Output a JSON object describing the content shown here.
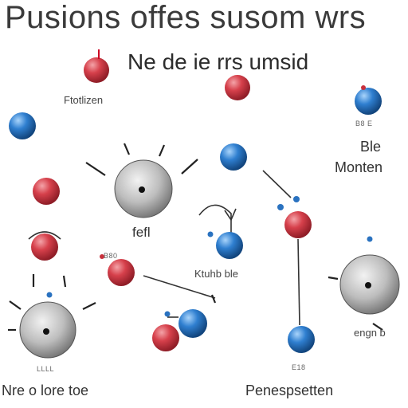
{
  "title": "Pusions offes susom wrs",
  "subtitle": "Ne de ie rrs umsid",
  "labels": {
    "top_left": "Ftotlizen",
    "right_top": "Ble",
    "right_main": "Monten",
    "center_mid": "fefl",
    "center_right": "Ktuhb ble",
    "bottom_left": "Nre o lore toe",
    "bottom_center": "Penespsetten",
    "right_lower": "engn b",
    "tiny_right": "B8 E",
    "tiny_left": "B80",
    "tiny_bottom_left": "LLLL",
    "tiny_bottom_center": "E18"
  },
  "colors": {
    "red_particle": "#c8303c",
    "blue_particle": "#2a72c0",
    "nucleus_gray": "#a9a9a9",
    "line": "#333333"
  },
  "icons": [
    "red-sphere",
    "blue-sphere",
    "gray-nucleus"
  ]
}
